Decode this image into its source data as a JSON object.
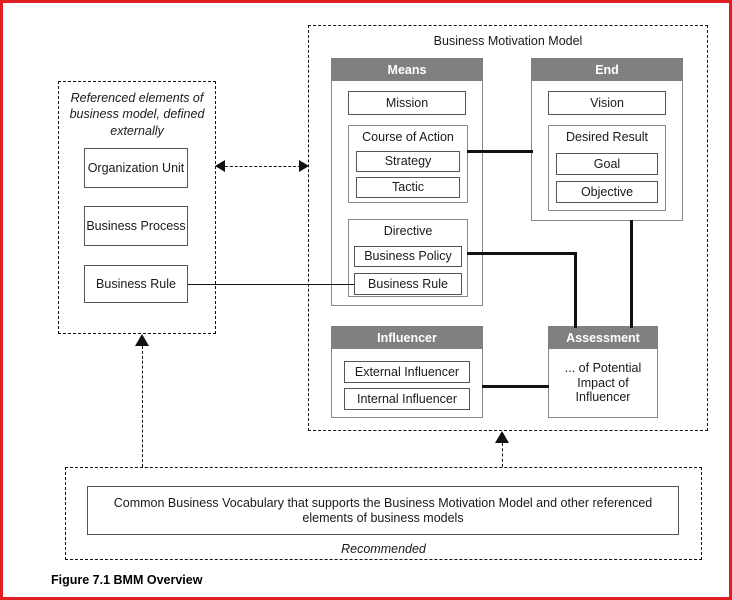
{
  "figure": {
    "caption": "Figure 7.1 BMM Overview"
  },
  "referenced_panel": {
    "note": "Referenced elements of business model, defined externally",
    "items": [
      {
        "label": "Organization Unit"
      },
      {
        "label": "Business Process"
      },
      {
        "label": "Business Rule"
      }
    ]
  },
  "bmm": {
    "title": "Business Motivation Model",
    "means": {
      "header": "Means",
      "mission": "Mission",
      "course_of_action": {
        "title": "Course of Action",
        "items": [
          "Strategy",
          "Tactic"
        ]
      },
      "directive": {
        "title": "Directive",
        "items": [
          "Business Policy",
          "Business Rule"
        ]
      }
    },
    "end": {
      "header": "End",
      "vision": "Vision",
      "desired_result": {
        "title": "Desired Result",
        "items": [
          "Goal",
          "Objective"
        ]
      }
    },
    "influencer": {
      "header": "Influencer",
      "items": [
        "External Influencer",
        "Internal Influencer"
      ]
    },
    "assessment": {
      "header": "Assessment",
      "body": "... of Potential Impact of Influencer"
    }
  },
  "vocabulary": {
    "text": "Common Business Vocabulary that supports the Business Motivation Model and other referenced elements of business models",
    "recommended": "Recommended"
  },
  "colors": {
    "header_gray": "#808080",
    "frame_red": "#e02020",
    "line": "#111111"
  }
}
